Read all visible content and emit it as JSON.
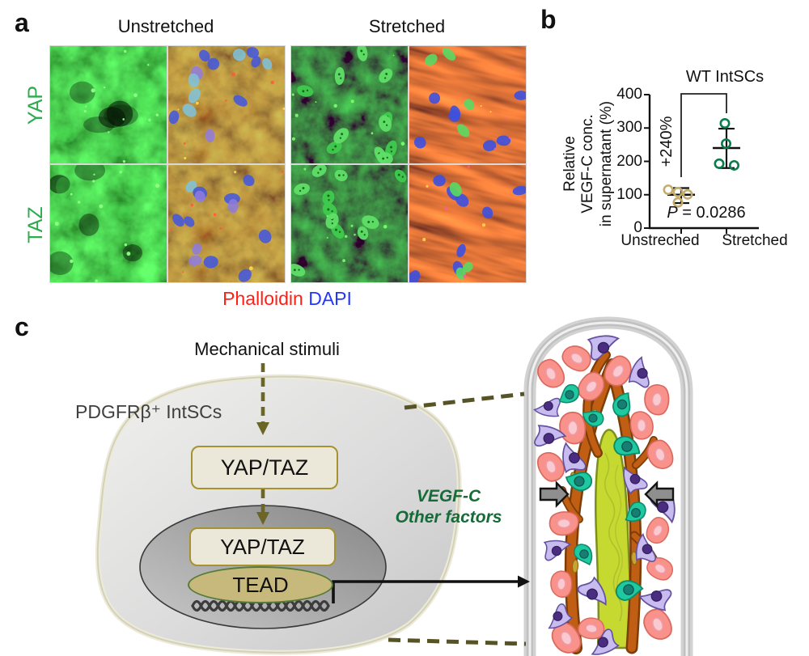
{
  "panel_a": {
    "label": "a",
    "conditions": [
      "Unstretched",
      "Stretched"
    ],
    "rows": [
      "YAP",
      "TAZ"
    ],
    "stains": {
      "red": "Phalloidin",
      "blue": "DAPI"
    },
    "tiles": [
      {
        "row": "YAP",
        "condition": "Unstretched",
        "channel": "YAP immunofluorescence (green)"
      },
      {
        "row": "YAP",
        "condition": "Unstretched",
        "channel": "Merge: YAP / Phalloidin / DAPI"
      },
      {
        "row": "YAP",
        "condition": "Stretched",
        "channel": "YAP immunofluorescence (green)"
      },
      {
        "row": "YAP",
        "condition": "Stretched",
        "channel": "Merge: YAP / Phalloidin / DAPI"
      },
      {
        "row": "TAZ",
        "condition": "Unstretched",
        "channel": "TAZ immunofluorescence (green)"
      },
      {
        "row": "TAZ",
        "condition": "Unstretched",
        "channel": "Merge: TAZ / Phalloidin / DAPI"
      },
      {
        "row": "TAZ",
        "condition": "Stretched",
        "channel": "TAZ immunofluorescence (green)"
      },
      {
        "row": "TAZ",
        "condition": "Stretched",
        "channel": "Merge: TAZ / Phalloidin / DAPI"
      }
    ]
  },
  "panel_b": {
    "label": "b"
  },
  "chart_data": {
    "type": "scatter",
    "title": "WT IntSCs",
    "ylabel_lines": [
      "Relative",
      "VEGF-C conc.",
      "in supernatant (%)"
    ],
    "ylim": [
      0,
      400
    ],
    "yticks": [
      0,
      100,
      200,
      300,
      400
    ],
    "categories": [
      "Unstreched",
      "Stretched"
    ],
    "series": [
      {
        "name": "Unstreched",
        "color": "#C2AD6C",
        "values": [
          115,
          108,
          101,
          77
        ],
        "mean": 100,
        "sd_top": 120,
        "sd_bottom": 75,
        "x_jitter": [
          -16,
          -4,
          8,
          -4
        ]
      },
      {
        "name": "Stretched",
        "color": "#0A7B4B",
        "values": [
          314,
          253,
          193,
          188
        ],
        "mean": 240,
        "sd_top": 298,
        "sd_bottom": 180,
        "x_jitter": [
          -2,
          -0.5,
          -9,
          9.5
        ]
      }
    ],
    "annotations": {
      "increase": "+240%",
      "p_value_prefix": "P",
      "p_value_rest": " = 0.0286"
    }
  },
  "panel_c": {
    "label": "c",
    "stimulus": "Mechanical stimuli",
    "cell_type": "PDGFRβ⁺ IntSCs",
    "cytoplasm_factor": "YAP/TAZ",
    "nuclear_factor": "YAP/TAZ",
    "dna_binding_factor": "TEAD",
    "secreted_factor_1": "VEGF-C",
    "secreted_factor_2": "Other factors"
  }
}
